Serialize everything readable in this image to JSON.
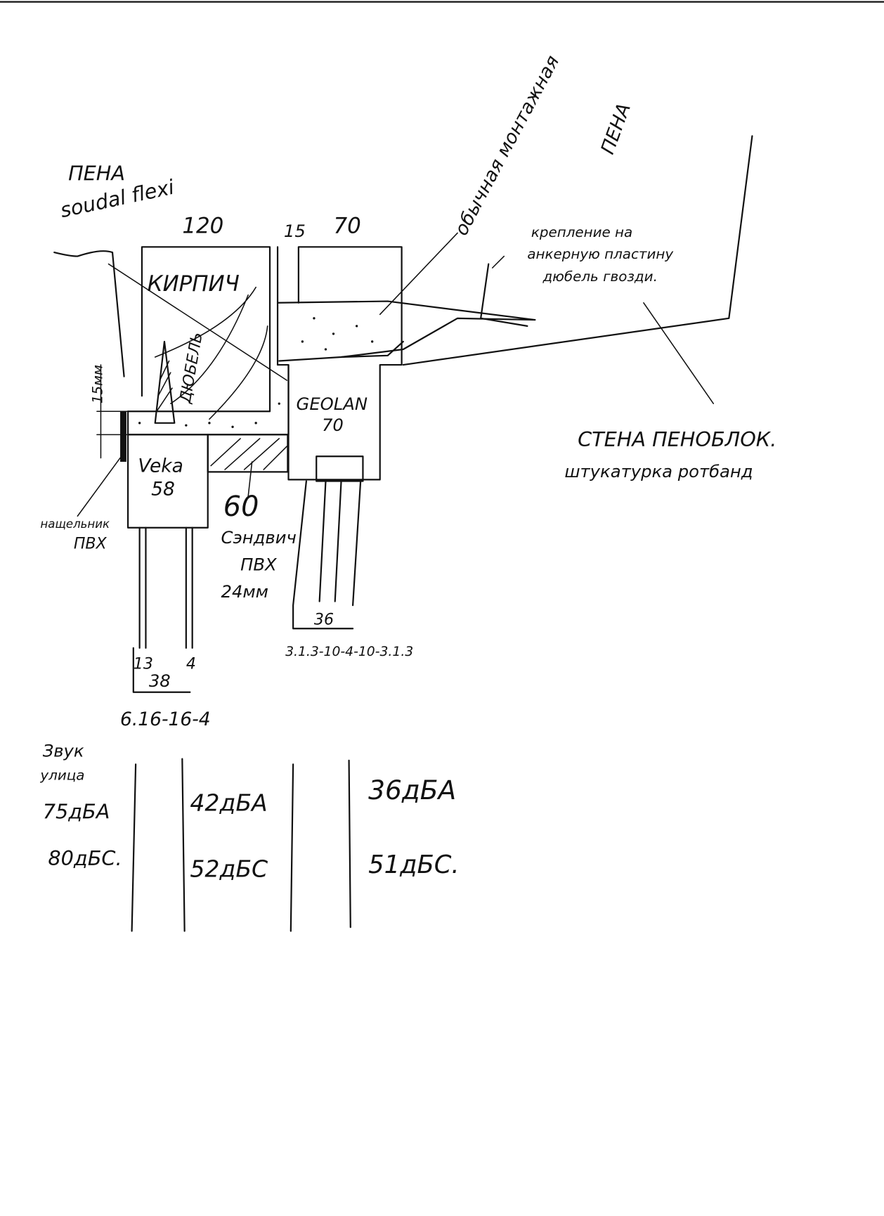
{
  "labels": {
    "foam_left_1": "ПЕНА",
    "foam_left_2": "soudal flexi",
    "foam_right_1": "обычная монтажная",
    "foam_right_2": "ПЕНА",
    "dim_120": "120",
    "dim_15": "15",
    "dim_70": "70",
    "brick": "КИРПИЧ",
    "dowel": "ДЮБЕЛЬ",
    "dim_15mm": "15мм",
    "veka_1": "Veka",
    "veka_2": "58",
    "geolan_1": "GEOLAN",
    "geolan_2": "70",
    "dim_60": "60",
    "sandwich_1": "Сэндвич",
    "sandwich_2": "ПВХ",
    "sandwich_3": "24мм",
    "trim_1": "нащельник",
    "trim_2": "ПВХ",
    "mount_1": "крепление на",
    "mount_2": "анкерную пластину",
    "mount_3": "дюбель гвозди.",
    "wall_1": "СТЕНА ПЕНОБЛОК.",
    "wall_2": "штукатурка ротбанд",
    "dim_36": "36",
    "glass_right": "3.1.3-10-4-10-3.1.3",
    "dim_13": "13",
    "dim_4": "4",
    "dim_38": "38",
    "glass_left": "6.16-16-4"
  },
  "sound_table": {
    "col0": [
      "Звук",
      "улица",
      "75дБА",
      "80дБС."
    ],
    "col1": [
      "42дБА",
      "52дБС"
    ],
    "col2": [
      "36дБА",
      "51дБС."
    ]
  }
}
